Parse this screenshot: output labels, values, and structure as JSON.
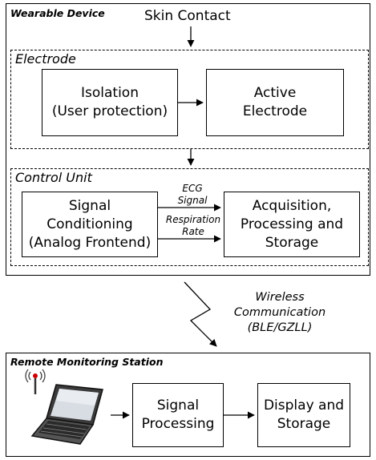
{
  "wearable": {
    "title": "Wearable Device",
    "input": "Skin Contact",
    "electrode": {
      "title": "Electrode",
      "isolation": "Isolation\n(User protection)",
      "active": "Active\nElectrode"
    },
    "control": {
      "title": "Control Unit",
      "signal_conditioning": "Signal\nConditioning\n(Analog Frontend)",
      "acquisition": "Acquisition,\nProcessing and\nStorage",
      "ecg_label": "ECG\nSignal",
      "resp_label": "Respiration\nRate"
    }
  },
  "wireless": {
    "label": "Wireless\nCommunication\n(BLE/GZLL)"
  },
  "remote": {
    "title": "Remote Monitoring Station",
    "laptop_icon": "laptop-with-antenna-icon",
    "signal_processing": "Signal\nProcessing",
    "display_storage": "Display and\nStorage"
  }
}
